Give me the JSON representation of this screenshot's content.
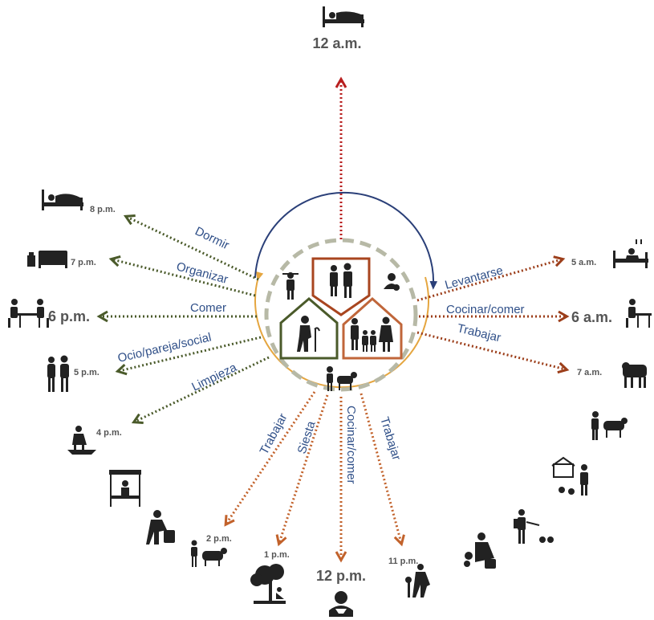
{
  "colors": {
    "night": "#b81f1f",
    "evening": "#4a5a2a",
    "morning": "#9c3e1a",
    "afternoon": "#c2622b",
    "dormir_arc": "#2a3f78",
    "day_arc": "#e5a640",
    "dashed_ring": "#b7b9a6",
    "house_top": "#a8451f",
    "house_left": "#4a5a2a",
    "house_right": "#c0663a",
    "label_text": "#2f4f88",
    "time_text": "#555555"
  },
  "times": {
    "t12am": "12 a.m.",
    "t8pm": "8 p.m.",
    "t7pm": "7 p.m.",
    "t6pm": "6 p.m.",
    "t5pm": "5 p.m.",
    "t4pm": "4 p.m.",
    "t2pm": "2 p.m.",
    "t1pm": "1 p.m.",
    "t12pm": "12 p.m.",
    "t11pm": "11 p.m.",
    "t5am": "5 a.m.",
    "t6am": "6 a.m.",
    "t7am": "7 a.m."
  },
  "activities": {
    "dormir": "Dormir",
    "organizar": "Organizar",
    "comer": "Comer",
    "ocio": "Ocio/pareja/social",
    "limpieza": "Limpieza",
    "levantarse": "Levantarse",
    "cocinar_comer_am": "Cocinar/comer",
    "trabajar_am": "Trabajar",
    "trabajar_pm1": "Trabajar",
    "siesta": "Siesta",
    "cocinar_comer_pm": "Cocinar/comer",
    "trabajar_pm2": "Trabajar"
  },
  "icons": {
    "bed": "bed-icon",
    "bedroom": "bedroom-icon",
    "dining": "dining-icon",
    "couple": "couple-icon",
    "cleaning": "cleaning-icon",
    "wake": "wake-up-icon",
    "breakfast": "breakfast-icon",
    "cattle": "cattle-icon",
    "farmer_animals": "farmer-animals-icon",
    "poultry": "poultry-icon",
    "spraying": "spraying-icon",
    "harvest": "harvest-icon",
    "market": "market-stall-icon",
    "feeding": "feeding-icon",
    "herding": "herding-icon",
    "rest_tree": "rest-tree-icon",
    "eating_bowl": "eating-bowl-icon",
    "gardening": "gardening-icon",
    "family": "family-icon",
    "elder": "elder-icon",
    "couple_house": "couple-house-icon"
  }
}
